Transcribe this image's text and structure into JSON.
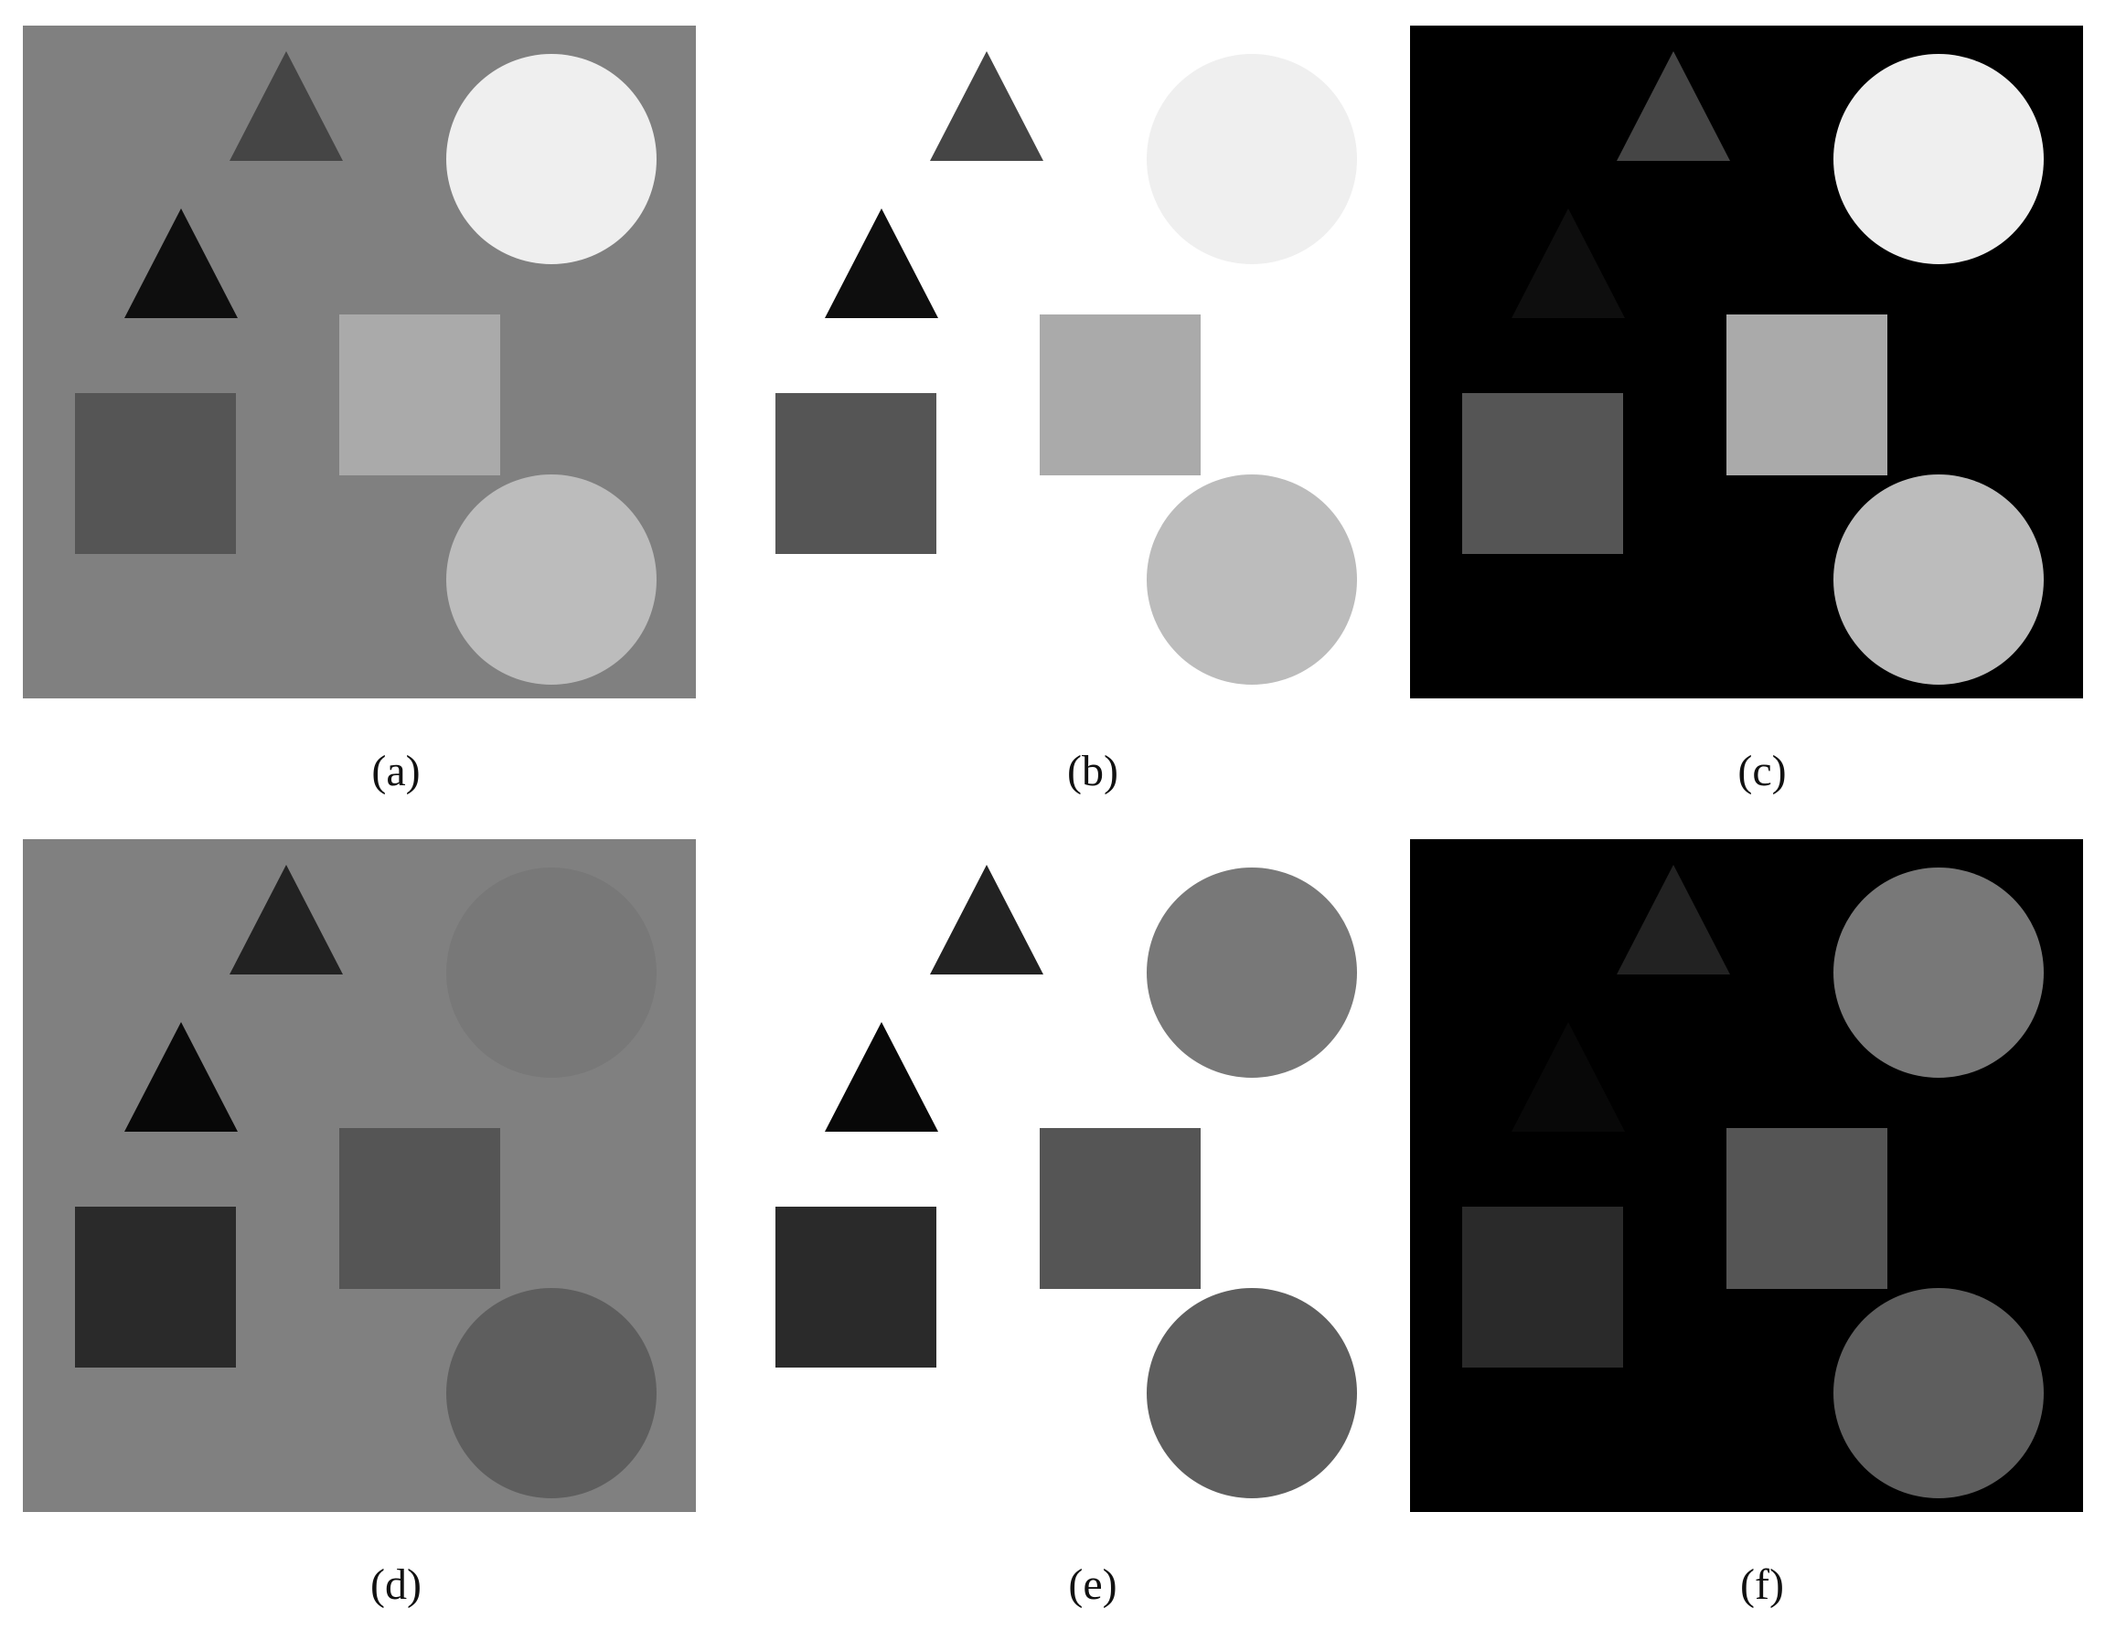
{
  "panels": [
    {
      "id": "a",
      "caption": "(a)",
      "colors": {
        "background": "#808080",
        "triangle_top": "#454545",
        "triangle_left": "#0e0e0e",
        "square_left": "#555555",
        "square_center": "#aaaaaa",
        "circle_top": "#efefef",
        "circle_bottom": "#bcbcbc"
      }
    },
    {
      "id": "b",
      "caption": "(b)",
      "colors": {
        "background": "#ffffff",
        "triangle_top": "#454545",
        "triangle_left": "#0e0e0e",
        "square_left": "#555555",
        "square_center": "#aaaaaa",
        "circle_top": "#efefef",
        "circle_bottom": "#bcbcbc"
      }
    },
    {
      "id": "c",
      "caption": "(c)",
      "colors": {
        "background": "#000000",
        "triangle_top": "#454545",
        "triangle_left": "#0e0e0e",
        "square_left": "#555555",
        "square_center": "#aaaaaa",
        "circle_top": "#efefef",
        "circle_bottom": "#bcbcbc"
      }
    },
    {
      "id": "d",
      "caption": "(d)",
      "colors": {
        "background": "#808080",
        "triangle_top": "#222222",
        "triangle_left": "#080808",
        "square_left": "#2a2a2a",
        "square_center": "#555555",
        "circle_top": "#787878",
        "circle_bottom": "#5e5e5e"
      }
    },
    {
      "id": "e",
      "caption": "(e)",
      "colors": {
        "background": "#ffffff",
        "triangle_top": "#222222",
        "triangle_left": "#080808",
        "square_left": "#2a2a2a",
        "square_center": "#555555",
        "circle_top": "#787878",
        "circle_bottom": "#5e5e5e"
      }
    },
    {
      "id": "f",
      "caption": "(f)",
      "colors": {
        "background": "#000000",
        "triangle_top": "#222222",
        "triangle_left": "#080808",
        "square_left": "#2a2a2a",
        "square_center": "#555555",
        "circle_top": "#787878",
        "circle_bottom": "#5e5e5e"
      }
    }
  ]
}
